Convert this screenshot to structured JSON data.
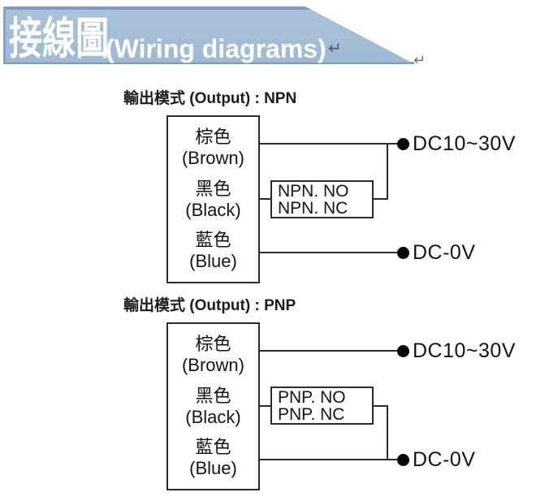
{
  "banner": {
    "title_cjk": "接線圖",
    "title_en": "(Wiring diagrams)",
    "paragraph_mark": "↵",
    "colors": {
      "fill_top": "#abc3da",
      "fill_bottom": "#9fb9d3",
      "edge": "#7e9cc0",
      "text": "#ffffff"
    }
  },
  "diagrams": [
    {
      "title": "輸出模式 (Output) : NPN",
      "sensor_wires": [
        {
          "cjk": "棕色",
          "latin": "(Brown)"
        },
        {
          "cjk": "黑色",
          "latin": "(Black)"
        },
        {
          "cjk": "藍色",
          "latin": "(Blue)"
        }
      ],
      "output_box": {
        "line1": "NPN. NO",
        "line2": "NPN. NC"
      },
      "terminals": {
        "power": "DC10~30V",
        "ground": "DC-0V"
      }
    },
    {
      "title": "輸出模式 (Output) : PNP",
      "sensor_wires": [
        {
          "cjk": "棕色",
          "latin": "(Brown)"
        },
        {
          "cjk": "黑色",
          "latin": "(Black)"
        },
        {
          "cjk": "藍色",
          "latin": "(Blue)"
        }
      ],
      "output_box": {
        "line1": "PNP. NO",
        "line2": "PNP. NC"
      },
      "terminals": {
        "power": "DC10~30V",
        "ground": "DC-0V"
      }
    }
  ]
}
